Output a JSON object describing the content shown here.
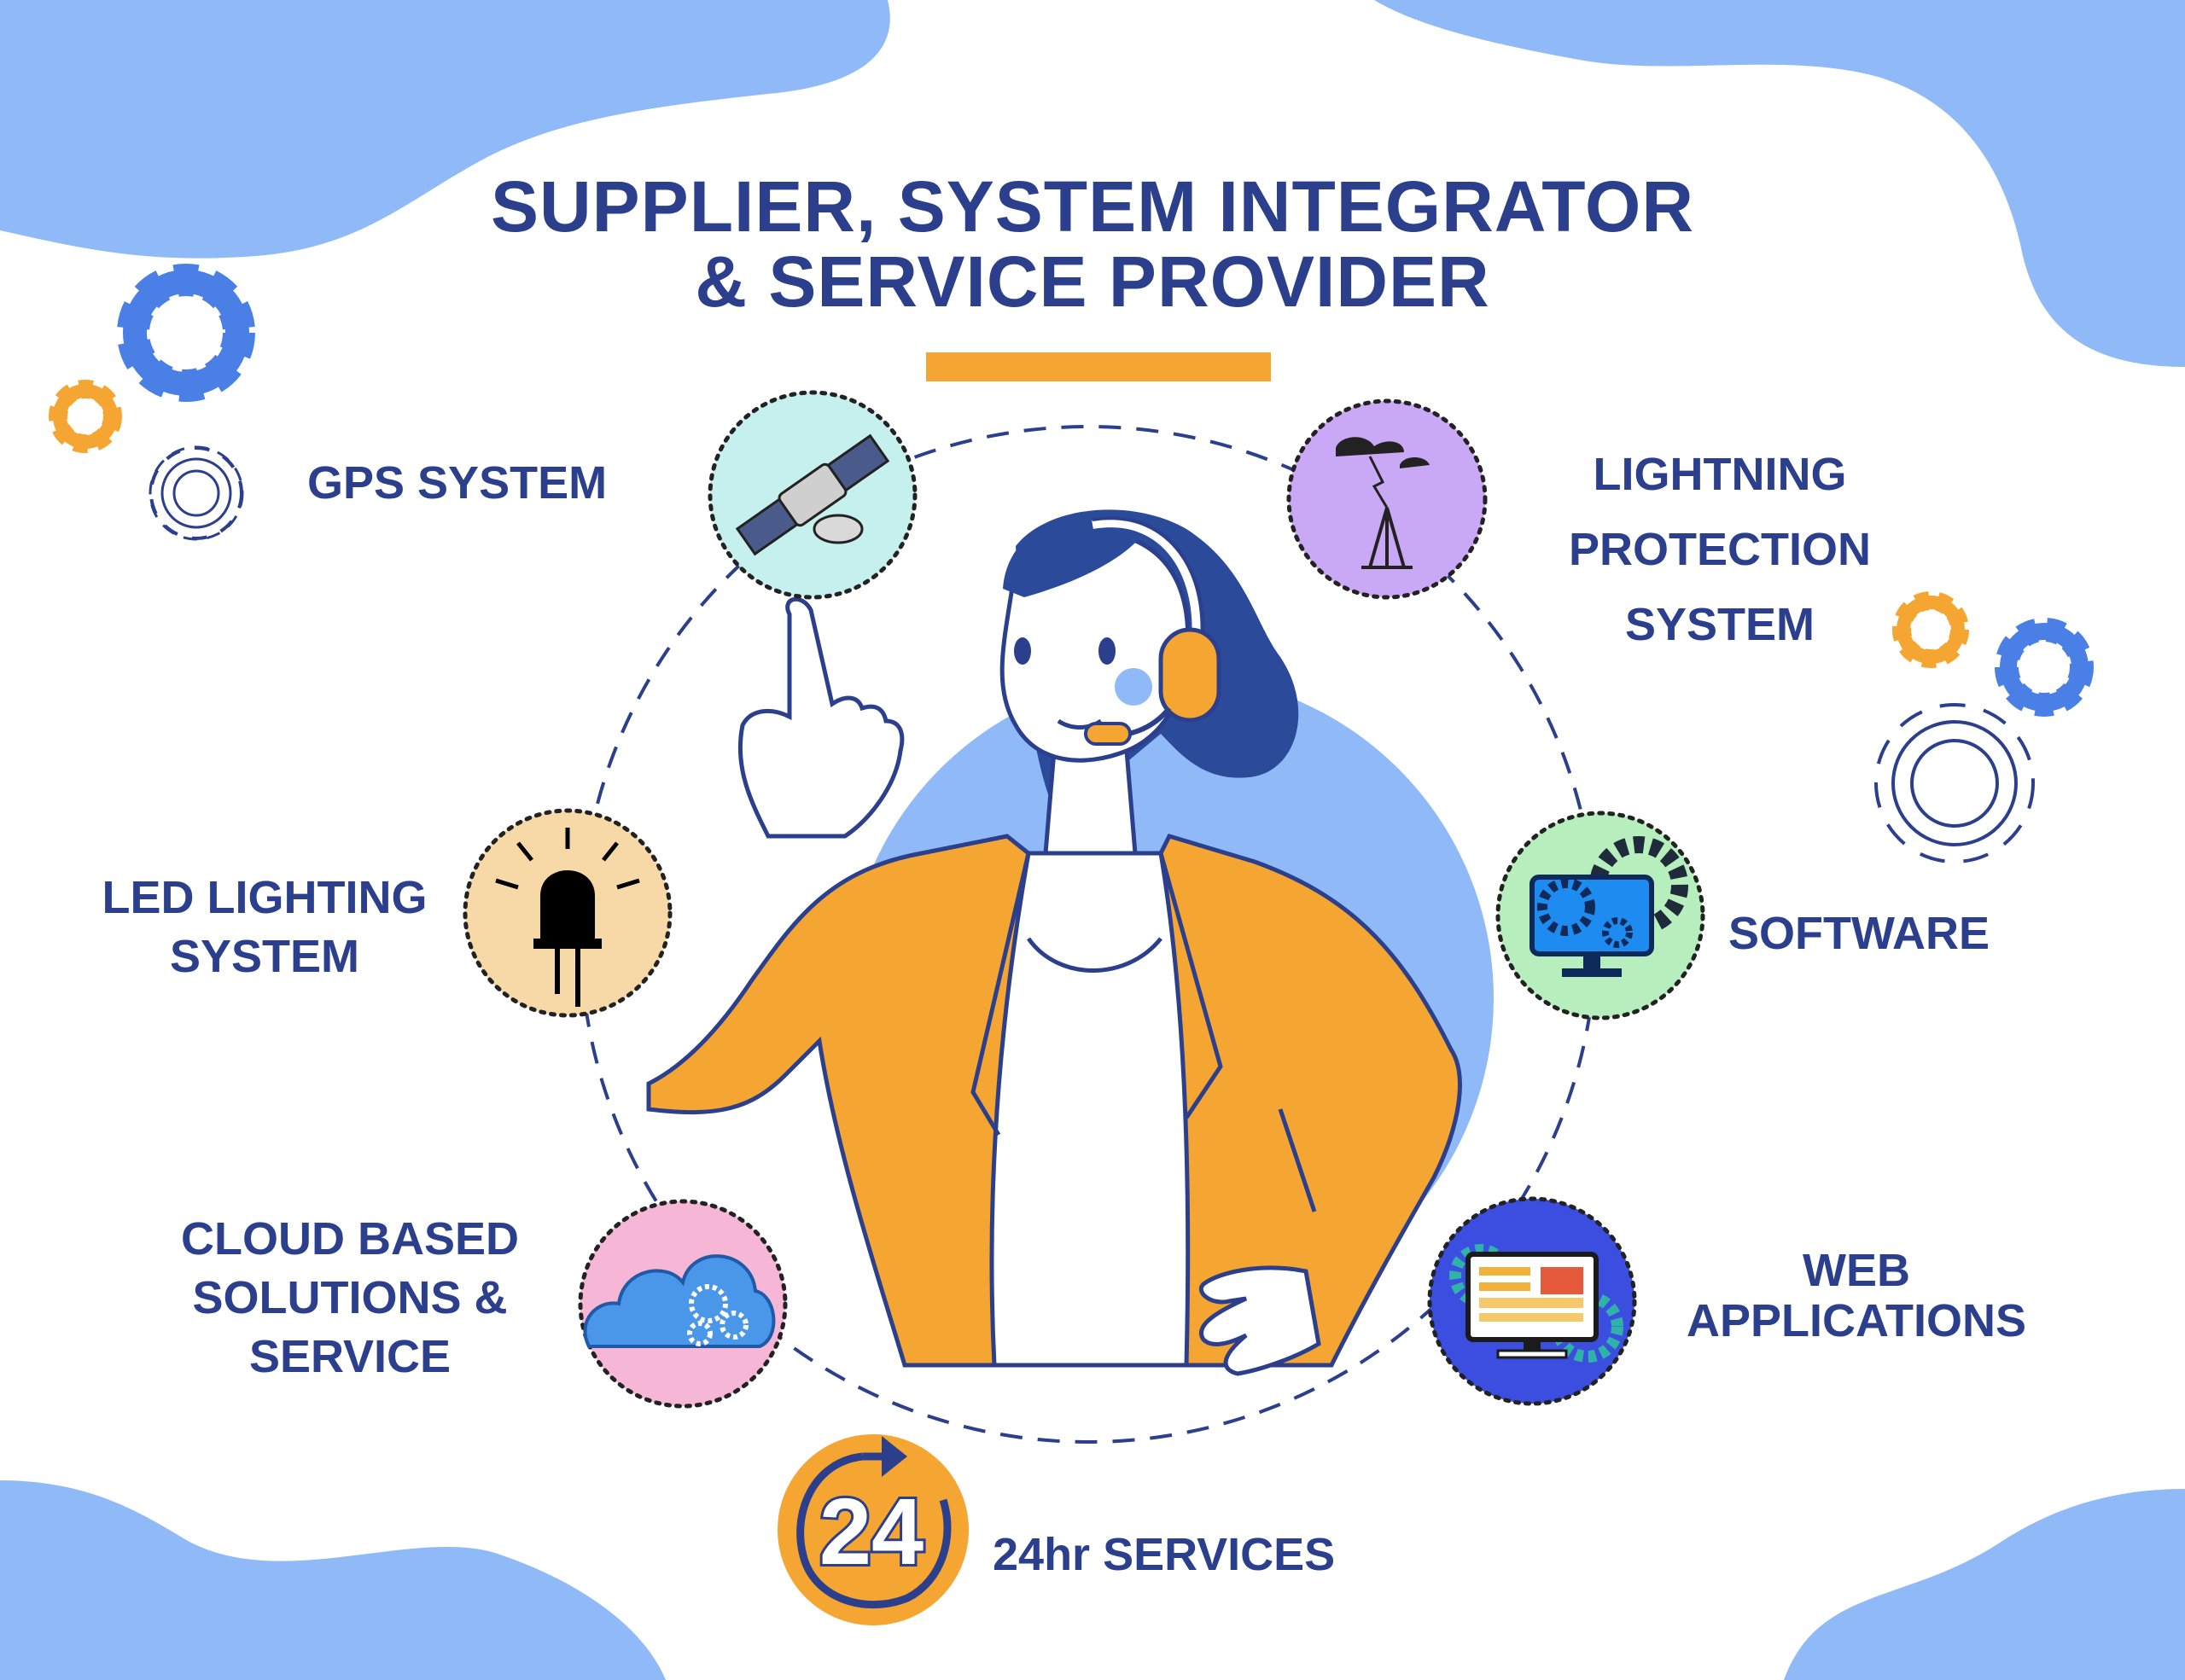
{
  "header": {
    "title_line_1": "SUPPLIER, SYSTEM INTEGRATOR",
    "title_line_2": "& SERVICE PROVIDER"
  },
  "services": {
    "gps": {
      "lines": [
        "GPS SYSTEM"
      ],
      "icon": "satellite-icon"
    },
    "lightning": {
      "lines": [
        "LIGHTNING",
        "PROTECTION",
        "SYSTEM"
      ],
      "icon": "lightning-rod-icon"
    },
    "led": {
      "lines": [
        "LED LIGHTING",
        "SYSTEM"
      ],
      "icon": "led-icon"
    },
    "software": {
      "lines": [
        "SOFTWARE"
      ],
      "icon": "monitor-gears-icon"
    },
    "cloud": {
      "lines": [
        "CLOUD BASED",
        "SOLUTIONS &",
        "SERVICE"
      ],
      "icon": "cloud-gears-icon"
    },
    "web": {
      "lines": [
        "WEB",
        "APPLICATIONS"
      ],
      "icon": "web-monitor-icon"
    },
    "support": {
      "lines": [
        "24hr SERVICES"
      ],
      "icon": "24-hours-icon",
      "badge": "24"
    }
  },
  "colors": {
    "navy": "#2b3f8c",
    "blue": "#8fbaf7",
    "orange": "#f5a632",
    "gear_blue": "#4a7fe6"
  }
}
